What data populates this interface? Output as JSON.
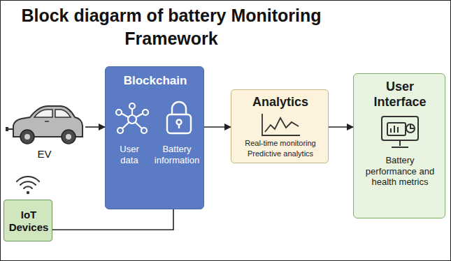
{
  "diagram": {
    "title": "Block diagarm of battery Monitoring Framework",
    "nodes": [
      {
        "text": [
          "EV"
        ]
      },
      {
        "text": [
          "Blockchain",
          "User data",
          "Battery information"
        ]
      },
      {
        "text": [
          "Analytics",
          "Real-time monitoring",
          "Predictive analytics"
        ]
      },
      {
        "text": [
          "User Interface",
          "Battery performance and health metrics"
        ]
      },
      {
        "text": [
          "IoT Devices"
        ]
      }
    ],
    "edges": [
      {
        "from": 0,
        "to": 1,
        "arrow": "to"
      },
      {
        "from": 1,
        "to": 2,
        "arrow": "to"
      },
      {
        "from": 2,
        "to": 3,
        "arrow": "to"
      },
      {
        "from": 4,
        "to": 1,
        "arrow": "none"
      }
    ]
  }
}
